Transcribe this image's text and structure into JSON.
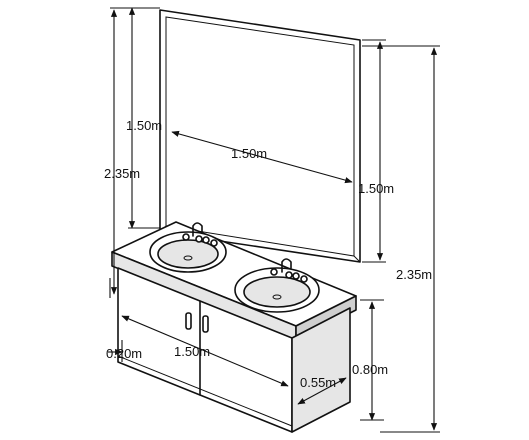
{
  "labels": {
    "mirror_height_left": "1.50m",
    "total_height_left": "2.35m",
    "mirror_width": "1.50m",
    "mirror_height_right": "1.50m",
    "total_height_right": "2.35m",
    "cabinet_height": "0.80m",
    "cabinet_depth": "0.55m",
    "cabinet_width": "1.50m",
    "toe_offset": "0.20m"
  },
  "colors": {
    "stroke": "#111111",
    "background": "#ffffff"
  }
}
